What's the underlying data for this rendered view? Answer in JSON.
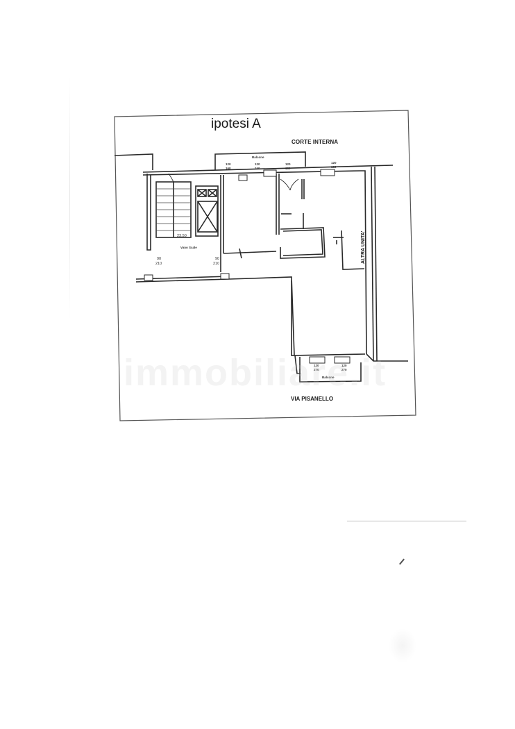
{
  "document": {
    "title": "ipotesi A",
    "labels": {
      "courtyard": "CORTE INTERNA",
      "street": "VIA PISANELLO",
      "adjacent_unit": "ALTRA UNITA'",
      "stairwell": "Vano Scale",
      "stair_area": "23.50",
      "balcony_top": "Balcone",
      "balcony_bottom": "Balcone"
    },
    "window_dimensions_top": [
      {
        "width": "120",
        "height": "160"
      },
      {
        "width": "120",
        "height": "240"
      },
      {
        "width": "120",
        "height": "160"
      },
      {
        "width": "120",
        "height": "160"
      }
    ],
    "window_dimensions_bottom": [
      {
        "width": "120",
        "height": "270"
      },
      {
        "width": "120",
        "height": "270"
      }
    ],
    "door_dimensions": [
      {
        "width": "90",
        "height": "210"
      },
      {
        "width": "90",
        "height": "210"
      }
    ],
    "watermark": "immobiliare.it"
  },
  "colors": {
    "line": "#2a2a2a",
    "frame": "#555555",
    "paper": "#ffffff"
  }
}
